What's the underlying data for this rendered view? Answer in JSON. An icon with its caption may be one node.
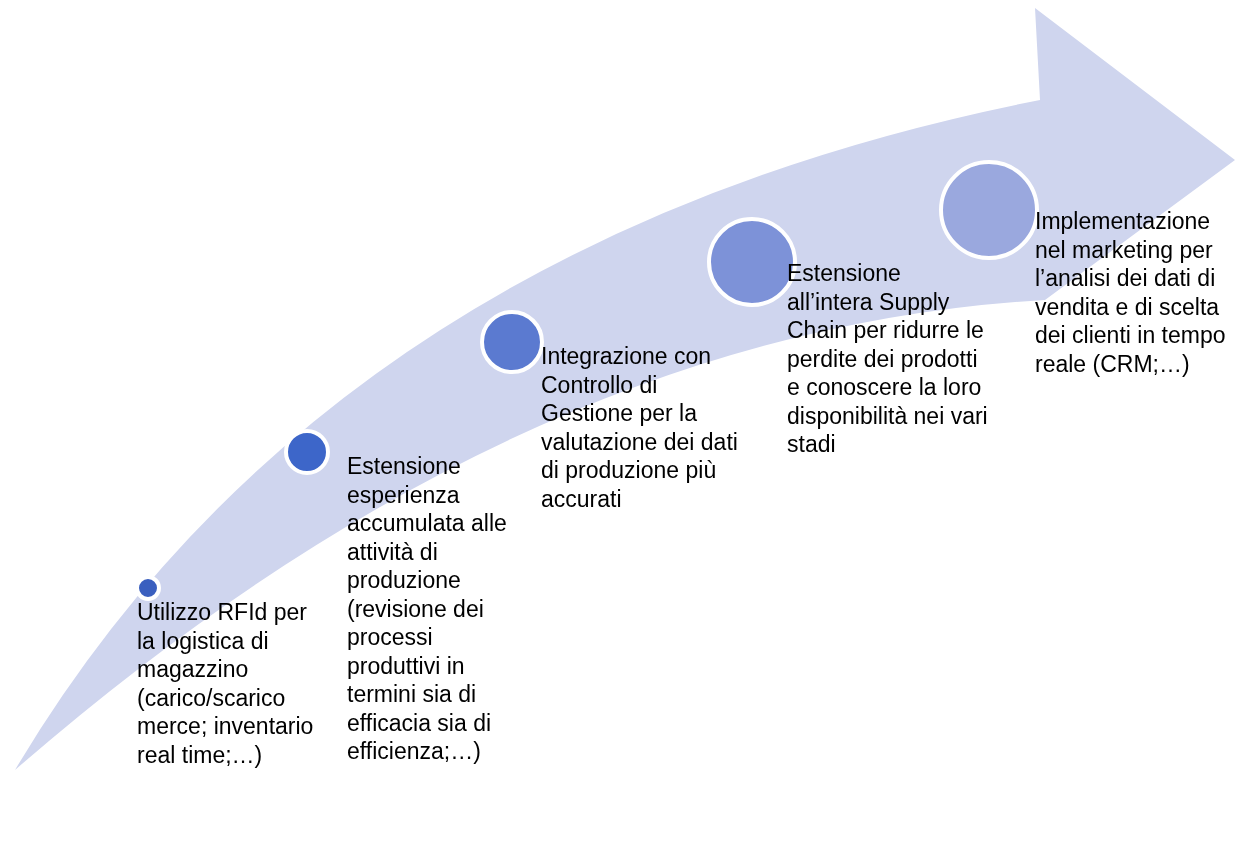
{
  "diagram": {
    "nodes": [
      {
        "text": [
          "Utilizzo RFId per la logistica di magazzino (carico/scarico merce; inventario real time;…)"
        ]
      },
      {
        "text": [
          "Estensione esperienza accumulata alle attività di produzione (revisione dei processi produttivi in termini sia di efficacia sia di efficienza;…)"
        ]
      },
      {
        "text": [
          "Integrazione con Controllo di Gestione per la valutazione dei dati di produzione più accurati"
        ]
      },
      {
        "text": [
          "Estensione all’intera Supply Chain per ridurre le perdite dei prodotti e conoscere la loro disponibilità nei vari stadi"
        ]
      },
      {
        "text": [
          "Implementazione nel marketing per l’analisi dei dati di vendita e di scelta dei clienti in tempo reale (CRM;…)"
        ]
      }
    ]
  }
}
